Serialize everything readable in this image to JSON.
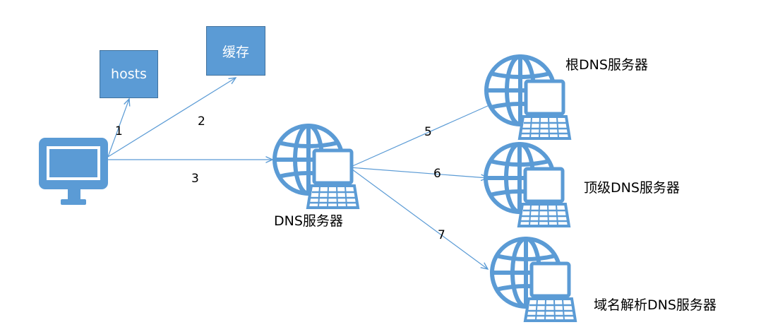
{
  "colors": {
    "accent": "#5b9bd5",
    "accent_dark": "#41719c",
    "arrow": "#5b9bd5"
  },
  "boxes": {
    "hosts": "hosts",
    "cache": "缓存"
  },
  "edges": {
    "e1": "1",
    "e2": "2",
    "e3": "3",
    "e5": "5",
    "e6": "6",
    "e7": "7"
  },
  "nodes": {
    "client": "client-monitor-icon",
    "dns_server": "DNS服务器",
    "root_dns": "根DNS服务器",
    "tld_dns": "顶级DNS服务器",
    "authoritative_dns": "域名解析DNS服务器"
  }
}
